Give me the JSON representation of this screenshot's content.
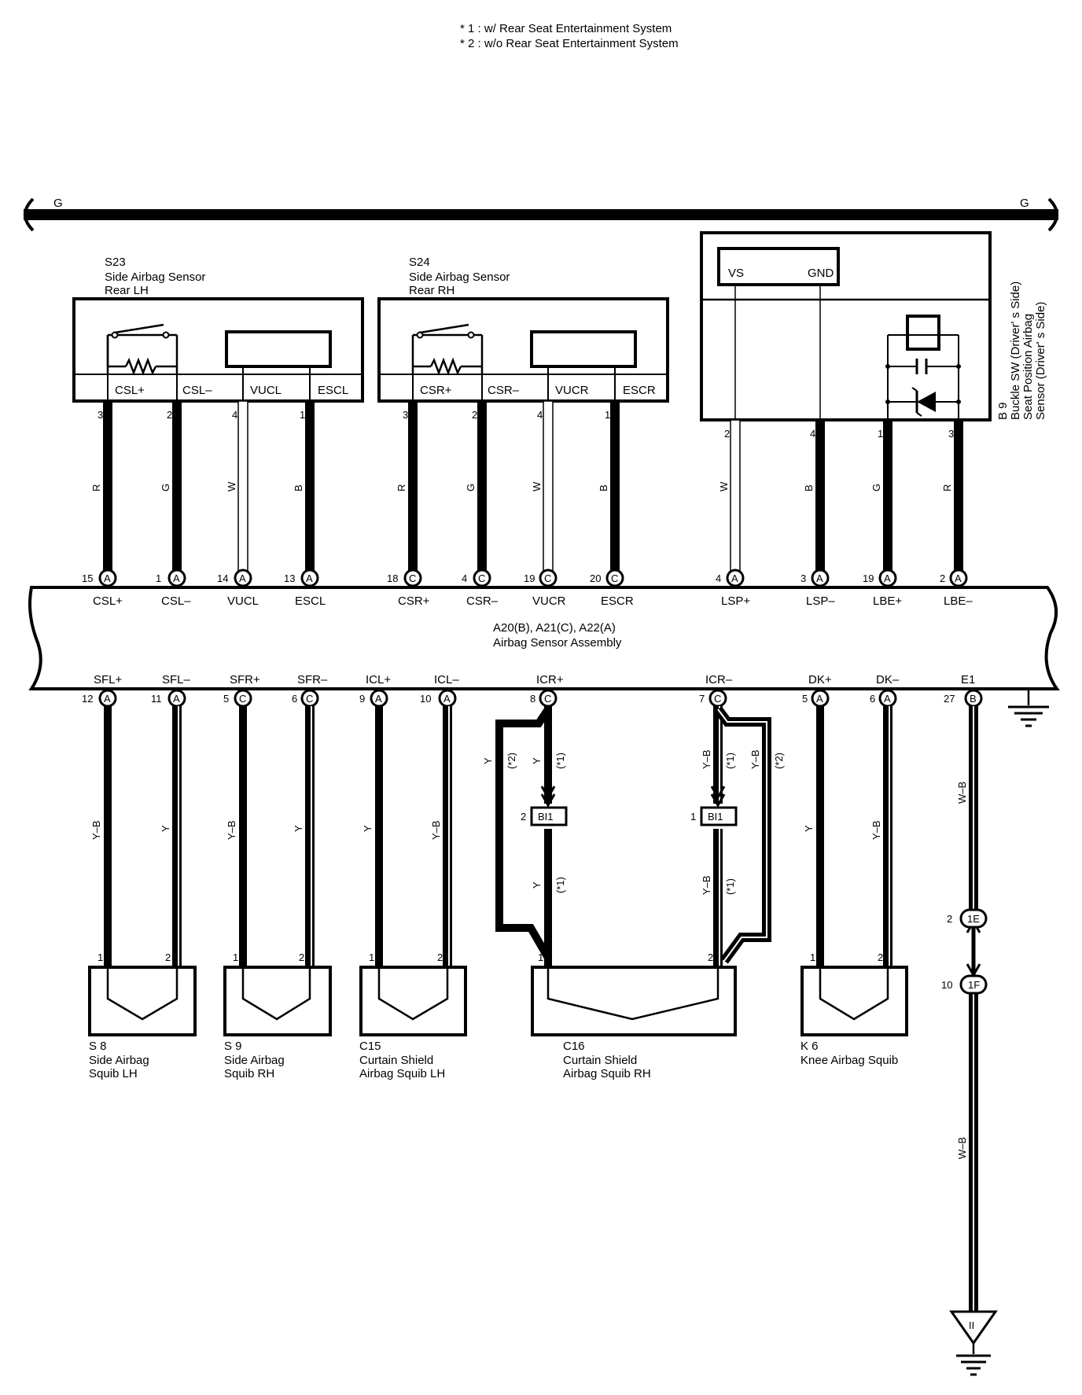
{
  "notes": [
    "* 1 : w/ Rear Seat Entertainment System",
    "* 2 : w/o Rear Seat Entertainment System"
  ],
  "bus": {
    "left": "G",
    "right": "G"
  },
  "s23": {
    "code": "S23",
    "name1": "Side Airbag Sensor",
    "name2": "Rear LH",
    "terms": [
      "CSL+",
      "CSL–",
      "VUCL",
      "ESCL"
    ],
    "pins": [
      "3",
      "2",
      "4",
      "1"
    ],
    "colors": [
      "R",
      "G",
      "W",
      "B"
    ]
  },
  "s24": {
    "code": "S24",
    "name1": "Side Airbag Sensor",
    "name2": "Rear RH",
    "terms": [
      "CSR+",
      "CSR–",
      "VUCR",
      "ESCR"
    ],
    "pins": [
      "3",
      "2",
      "4",
      "1"
    ],
    "colors": [
      "R",
      "G",
      "W",
      "B"
    ]
  },
  "b9": {
    "code": "B 9",
    "name1": "Buckle SW (Driver' s Side)",
    "name2": "Seat Position Airbag",
    "name3": "Sensor (Driver' s Side)",
    "vs": "VS",
    "gnd": "GND",
    "pins": [
      "2",
      "4",
      "1",
      "3"
    ],
    "colors": [
      "W",
      "B",
      "G",
      "R"
    ]
  },
  "assembly": {
    "line1": "A20(B), A21(C), A22(A)",
    "line2": "Airbag Sensor Assembly"
  },
  "top_terms": [
    {
      "label": "CSL+",
      "pin": "15",
      "conn": "A"
    },
    {
      "label": "CSL–",
      "pin": "1",
      "conn": "A"
    },
    {
      "label": "VUCL",
      "pin": "14",
      "conn": "A"
    },
    {
      "label": "ESCL",
      "pin": "13",
      "conn": "A"
    },
    {
      "label": "CSR+",
      "pin": "18",
      "conn": "C"
    },
    {
      "label": "CSR–",
      "pin": "4",
      "conn": "C"
    },
    {
      "label": "VUCR",
      "pin": "19",
      "conn": "C"
    },
    {
      "label": "ESCR",
      "pin": "20",
      "conn": "C"
    },
    {
      "label": "LSP+",
      "pin": "4",
      "conn": "A"
    },
    {
      "label": "LSP–",
      "pin": "3",
      "conn": "A"
    },
    {
      "label": "LBE+",
      "pin": "19",
      "conn": "A"
    },
    {
      "label": "LBE–",
      "pin": "2",
      "conn": "A"
    }
  ],
  "bottom_terms": [
    {
      "label": "SFL+",
      "pin": "12",
      "conn": "A"
    },
    {
      "label": "SFL–",
      "pin": "11",
      "conn": "A"
    },
    {
      "label": "SFR+",
      "pin": "5",
      "conn": "C"
    },
    {
      "label": "SFR–",
      "pin": "6",
      "conn": "C"
    },
    {
      "label": "ICL+",
      "pin": "9",
      "conn": "A"
    },
    {
      "label": "ICL–",
      "pin": "10",
      "conn": "A"
    },
    {
      "label": "ICR+",
      "pin": "8",
      "conn": "C"
    },
    {
      "label": "ICR–",
      "pin": "7",
      "conn": "C"
    },
    {
      "label": "DK+",
      "pin": "5",
      "conn": "A"
    },
    {
      "label": "DK–",
      "pin": "6",
      "conn": "A"
    },
    {
      "label": "E1",
      "pin": "27",
      "conn": "B"
    }
  ],
  "wires": {
    "sfl_p": "Y–B",
    "sfl_m": "Y",
    "sfr_p": "Y–B",
    "sfr_m": "Y",
    "icl_p": "Y",
    "icl_m": "Y–B",
    "icr_alt": "Y",
    "icr_alt_note": "(*2)",
    "icr_top": "Y",
    "icr_top_note": "(*1)",
    "icr_bot": "Y",
    "icr_bot_note": "(*1)",
    "icrm_top": "Y–B",
    "icrm_top_note": "(*1)",
    "icrm_alt": "Y–B",
    "icrm_alt_note": "(*2)",
    "icrm_bot": "Y–B",
    "icrm_bot_note": "(*1)",
    "dk_p": "Y",
    "dk_m": "Y–B",
    "e1_top": "W–B",
    "e1_bot": "W–B"
  },
  "bi1": {
    "label": "BI1",
    "pin_left": "2",
    "pin_right": "1"
  },
  "junctions": {
    "j1e": "1E",
    "j1e_pin": "2",
    "j1f": "1F",
    "j1f_pin": "10"
  },
  "ground": {
    "label": "II"
  },
  "squibs": [
    {
      "code": "S 8",
      "name1": "Side Airbag",
      "name2": "Squib LH",
      "pins": [
        "1",
        "2"
      ]
    },
    {
      "code": "S 9",
      "name1": "Side Airbag",
      "name2": "Squib RH",
      "pins": [
        "1",
        "2"
      ]
    },
    {
      "code": "C15",
      "name1": "Curtain Shield",
      "name2": "Airbag Squib LH",
      "pins": [
        "1",
        "2"
      ]
    },
    {
      "code": "C16",
      "name1": "Curtain Shield",
      "name2": "Airbag Squib RH",
      "pins": [
        "1",
        "2"
      ]
    },
    {
      "code": "K 6",
      "name1": "Knee Airbag Squib",
      "name2": "",
      "pins": [
        "1",
        "2"
      ]
    }
  ]
}
